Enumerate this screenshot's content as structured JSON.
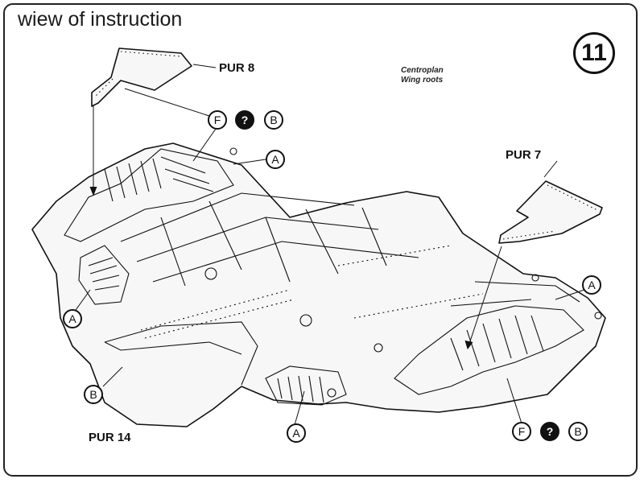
{
  "header": {
    "title": "wiew of instruction",
    "step_number": "11"
  },
  "parts": {
    "pur8": "PUR 8",
    "pur7": "PUR 7",
    "pur14": "PUR 14"
  },
  "note": {
    "line1": "Centroplan",
    "line2": "Wing roots"
  },
  "callouts": {
    "f_top": "F",
    "q_top": "?",
    "b_top": "B",
    "a_top": "A",
    "a_left": "A",
    "a_bottom": "A",
    "a_right": "A",
    "b_left": "B",
    "f_bottom": "F",
    "q_bottom": "?",
    "b_bottom": "B"
  },
  "colors": {
    "ink": "#111111",
    "fill": "#f7f7f7",
    "frame": "#222222"
  }
}
